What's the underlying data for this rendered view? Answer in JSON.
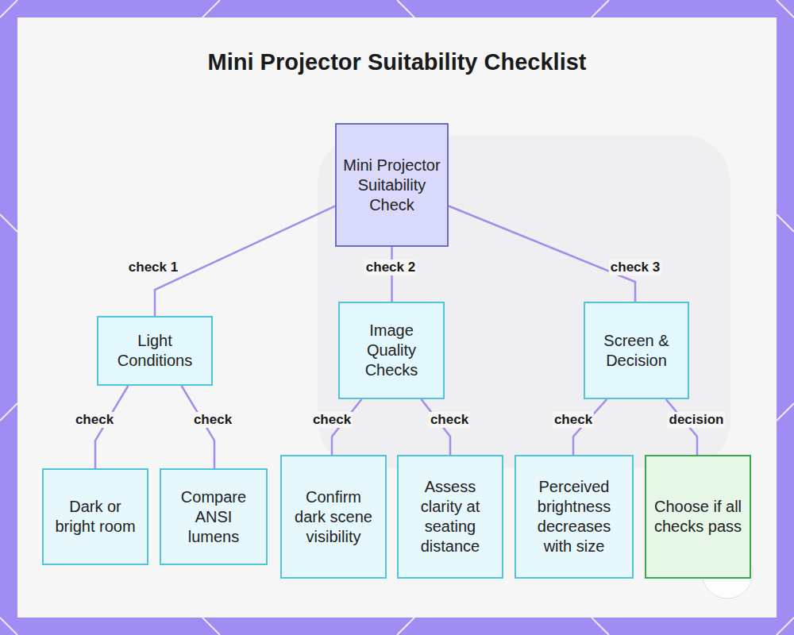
{
  "diagram": {
    "title": "Mini Projector Suitability Checklist",
    "nodes": [
      {
        "text": [
          "Mini Projector Suitability Check"
        ]
      },
      {
        "text": [
          "Light Conditions"
        ]
      },
      {
        "text": [
          "Image Quality Checks"
        ]
      },
      {
        "text": [
          "Screen & Decision"
        ]
      },
      {
        "text": [
          "Dark or bright room"
        ]
      },
      {
        "text": [
          "Compare ANSI lumens"
        ]
      },
      {
        "text": [
          "Confirm dark scene visibility"
        ]
      },
      {
        "text": [
          "Assess clarity at seating distance"
        ]
      },
      {
        "text": [
          "Perceived brightness decreases with size"
        ]
      },
      {
        "text": [
          "Choose if all checks pass"
        ]
      }
    ],
    "edges": [
      {
        "from": 0,
        "to": 1,
        "label": "check 1",
        "arrow": "none"
      },
      {
        "from": 0,
        "to": 2,
        "label": "check 2",
        "arrow": "none"
      },
      {
        "from": 0,
        "to": 3,
        "label": "check 3",
        "arrow": "none"
      },
      {
        "from": 1,
        "to": 4,
        "label": "check",
        "arrow": "none"
      },
      {
        "from": 1,
        "to": 5,
        "label": "check",
        "arrow": "none"
      },
      {
        "from": 2,
        "to": 6,
        "label": "check",
        "arrow": "none"
      },
      {
        "from": 2,
        "to": 7,
        "label": "check",
        "arrow": "none"
      },
      {
        "from": 3,
        "to": 8,
        "label": "check",
        "arrow": "none"
      },
      {
        "from": 3,
        "to": 9,
        "label": "decision",
        "arrow": "none"
      }
    ]
  }
}
